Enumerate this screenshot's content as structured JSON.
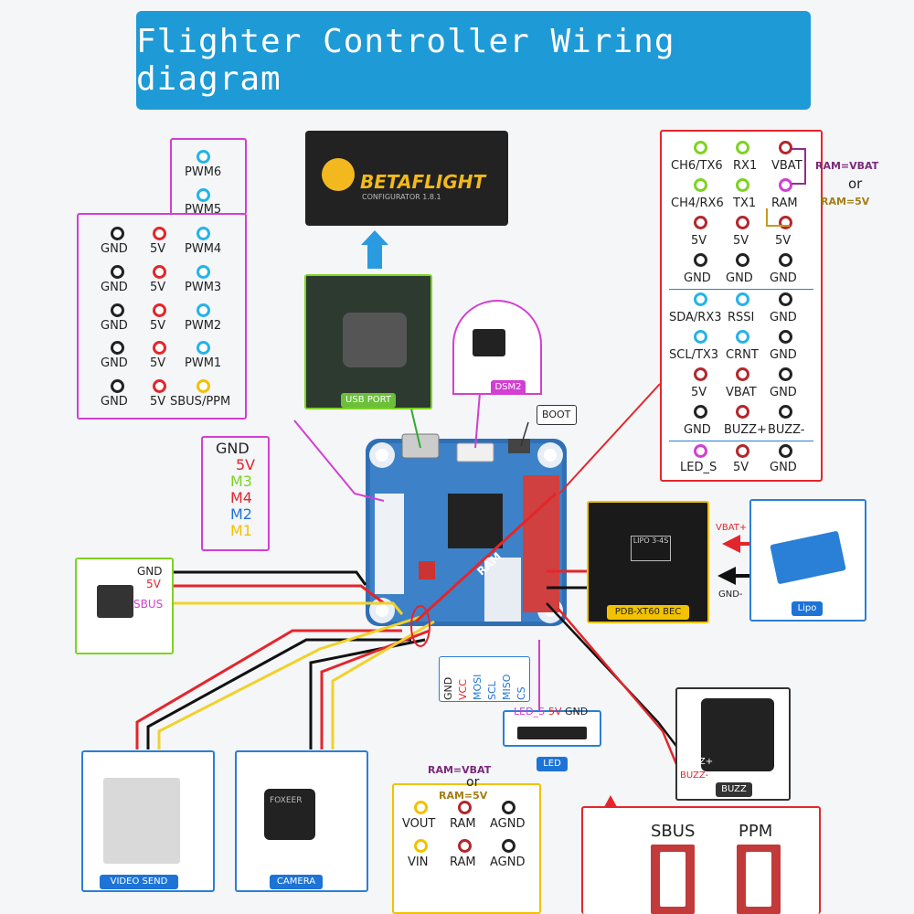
{
  "title": "Flighter Controller Wiring diagram",
  "left_panel": {
    "pins": {
      "pwm6": "PWM6",
      "pwm5": "PWM5",
      "row4": [
        "GND",
        "5V",
        "PWM4"
      ],
      "row3": [
        "GND",
        "5V",
        "PWM3"
      ],
      "row2": [
        "GND",
        "5V",
        "PWM2"
      ],
      "row1": [
        "GND",
        "5V",
        "PWM1"
      ],
      "row0": [
        "GND",
        "5V",
        "SBUS/PPM"
      ]
    }
  },
  "motor_labels": {
    "gnd": "GND",
    "v5": "5V",
    "m3": "M3",
    "m4": "M4",
    "m2": "M2",
    "m1": "M1"
  },
  "right_panel": {
    "ram_note": {
      "vbat": "RAM=VBAT",
      "or": "or",
      "v5": "RAM=5V"
    },
    "rows": [
      [
        "CH6/TX6",
        "RX1",
        "VBAT"
      ],
      [
        "CH4/RX6",
        "TX1",
        "RAM"
      ],
      [
        "5V",
        "5V",
        "5V"
      ],
      [
        "GND",
        "GND",
        "GND"
      ],
      [
        "SDA/RX3",
        "RSSI",
        "GND"
      ],
      [
        "SCL/TX3",
        "CRNT",
        "GND"
      ],
      [
        "5V",
        "VBAT",
        "GND"
      ],
      [
        "GND",
        "BUZZ+",
        "BUZZ-"
      ],
      [
        "LED_S",
        "5V",
        "GND"
      ]
    ]
  },
  "betaflight": {
    "brand": "BETAFLIGHT",
    "sub": "CONFIGURATOR 1.8.1"
  },
  "usb_port": "USB PORT",
  "dsm2": "DSM2",
  "boot": "BOOT",
  "receiver": {
    "gnd": "GND",
    "v5": "5V",
    "sbus": "SBUS"
  },
  "flash_labels": [
    "GND",
    "VCC",
    "MOSI",
    "SCL",
    "MISO",
    "CS"
  ],
  "led": {
    "pins": [
      "LED_S",
      "5V",
      "GND"
    ],
    "tag": "LED"
  },
  "pdb": {
    "tag": "PDB-XT60 BEC",
    "vbat": "VBAT+",
    "gnd": "GND-",
    "v": "LIPO 3-4S"
  },
  "lipo": {
    "tag": "Lipo"
  },
  "buzz": {
    "tag": "BUZZ",
    "plus": "BUZZ+",
    "minus": "BUZZ-"
  },
  "video_send": {
    "tag": "VIDEO SEND"
  },
  "camera": {
    "tag": "CAMERA",
    "brand": "FOXEER"
  },
  "osd_panel": {
    "note": {
      "vbat": "RAM=VBAT",
      "or": "or",
      "v5": "RAM=5V"
    },
    "rows": [
      [
        "VOUT",
        "RAM",
        "AGND"
      ],
      [
        "VIN",
        "RAM",
        "AGND"
      ]
    ]
  },
  "sbus_ppm": {
    "sbus": "SBUS",
    "ppm": "PPM"
  },
  "ram_trace": "RAM",
  "colors": {
    "title": "#1e9ad6",
    "magenta": "#d23fd2",
    "red": "#e3262b",
    "blue": "#1e73d6",
    "green": "#7ed321",
    "yellow": "#f2c200",
    "orange": "#f29a18"
  }
}
